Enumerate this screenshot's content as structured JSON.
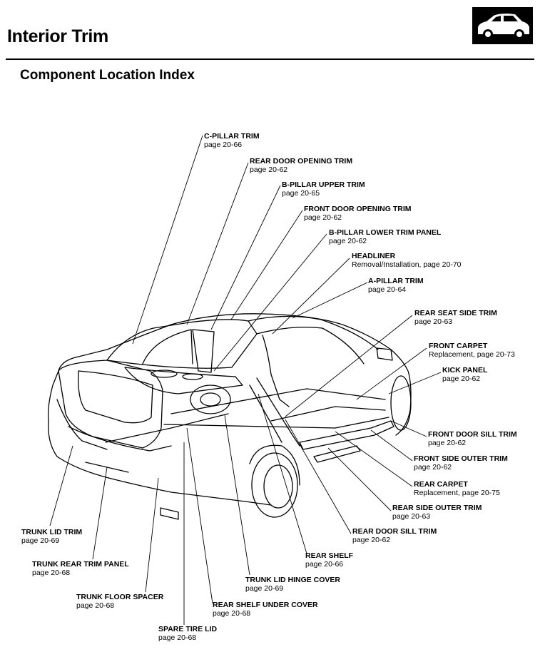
{
  "header": {
    "title": "Interior Trim",
    "section": "Component Location Index",
    "badge_icon": "car-sedan-icon"
  },
  "callouts": [
    {
      "id": "c-pillar-trim",
      "name": "C-PILLAR TRIM",
      "ref": "page 20-66"
    },
    {
      "id": "rear-door-opening-trim",
      "name": "REAR DOOR OPENING TRIM",
      "ref": "page 20-62"
    },
    {
      "id": "b-pillar-upper-trim",
      "name": "B-PILLAR UPPER TRIM",
      "ref": "page 20-65"
    },
    {
      "id": "front-door-opening-trim",
      "name": "FRONT DOOR OPENING TRIM",
      "ref": "page 20-62"
    },
    {
      "id": "b-pillar-lower-trim-panel",
      "name": "B-PILLAR LOWER TRIM PANEL",
      "ref": "page 20-62"
    },
    {
      "id": "headliner",
      "name": "HEADLINER",
      "ref": "Removal/Installation, page 20-70"
    },
    {
      "id": "a-pillar-trim",
      "name": "A-PILLAR TRIM",
      "ref": "page 20-64"
    },
    {
      "id": "rear-seat-side-trim",
      "name": "REAR SEAT SIDE TRIM",
      "ref": "page 20-63"
    },
    {
      "id": "front-carpet",
      "name": "FRONT CARPET",
      "ref": "Replacement, page 20-73"
    },
    {
      "id": "kick-panel",
      "name": "KICK PANEL",
      "ref": "page 20-62"
    },
    {
      "id": "front-door-sill-trim",
      "name": "FRONT DOOR SILL TRIM",
      "ref": "page 20-62"
    },
    {
      "id": "front-side-outer-trim",
      "name": "FRONT SIDE OUTER TRIM",
      "ref": "page 20-62"
    },
    {
      "id": "rear-carpet",
      "name": "REAR CARPET",
      "ref": "Replacement, page 20-75"
    },
    {
      "id": "rear-side-outer-trim",
      "name": "REAR SIDE OUTER TRIM",
      "ref": "page 20-63"
    },
    {
      "id": "rear-door-sill-trim",
      "name": "REAR DOOR SILL TRIM",
      "ref": "page 20-62"
    },
    {
      "id": "rear-shelf",
      "name": "REAR SHELF",
      "ref": "page 20-66"
    },
    {
      "id": "trunk-lid-hinge-cover",
      "name": "TRUNK LID HINGE COVER",
      "ref": "page 20-69"
    },
    {
      "id": "rear-shelf-under-cover",
      "name": "REAR SHELF UNDER COVER",
      "ref": "page 20-68"
    },
    {
      "id": "spare-tire-lid",
      "name": "SPARE TIRE LID",
      "ref": "page 20-68"
    },
    {
      "id": "trunk-floor-spacer",
      "name": "TRUNK FLOOR SPACER",
      "ref": "page 20-68"
    },
    {
      "id": "trunk-rear-trim-panel",
      "name": "TRUNK REAR TRIM PANEL",
      "ref": "page 20-68"
    },
    {
      "id": "trunk-lid-trim",
      "name": "TRUNK LID TRIM",
      "ref": "page 20-69"
    }
  ]
}
